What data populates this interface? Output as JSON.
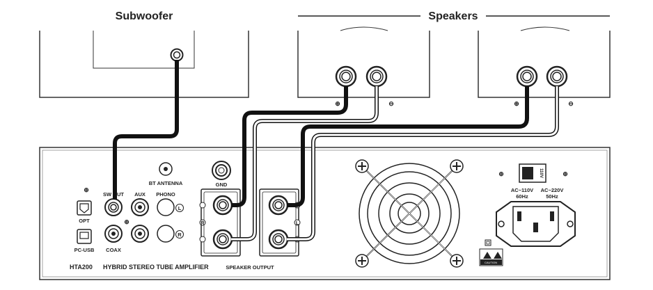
{
  "headers": {
    "subwoofer": "Subwoofer",
    "speakers": "Speakers"
  },
  "amp": {
    "model": "HTA200",
    "name": "HYBRID STEREO TUBE AMPLIFIER",
    "speaker_output": "SPEAKER OUTPUT",
    "bt_antenna": "BT ANTENNA",
    "sw_out": "SW OUT",
    "aux": "AUX",
    "phono": "PHONO",
    "opt": "OPT",
    "coax": "COAX",
    "pc_usb": "PC-USB",
    "gnd": "GND",
    "phono_l": "L",
    "phono_r": "R",
    "out_r": "R",
    "out_l": "L",
    "volt_110": "AC~110V",
    "hz_60": "60Hz",
    "volt_220": "AC~220V",
    "hz_50": "50Hz",
    "switch_setting": "110V",
    "caution": "CAUTION"
  },
  "polarity": {
    "plus": "⊕",
    "minus": "⊖",
    "minus_plain": "⊖"
  }
}
